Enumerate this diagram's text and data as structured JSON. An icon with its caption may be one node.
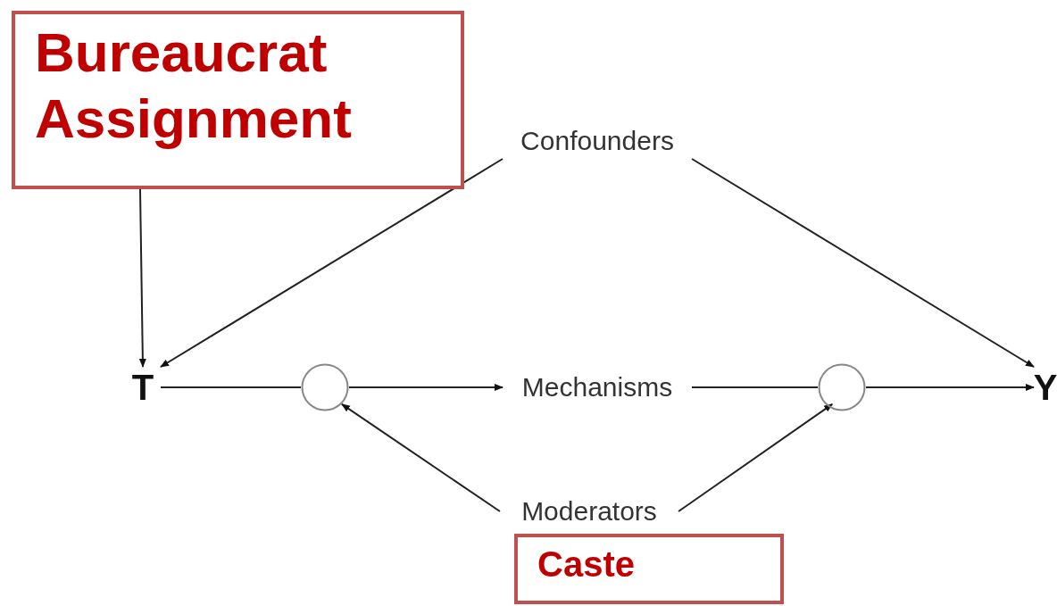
{
  "diagram": {
    "nodes": [
      {
        "text": [
          "Bureaucrat Assignment"
        ]
      },
      {
        "text": [
          "Confounders"
        ]
      },
      {
        "text": [
          "T"
        ]
      },
      {
        "text": [],
        "shape": "circle"
      },
      {
        "text": [
          "Mechanisms"
        ]
      },
      {
        "text": [],
        "shape": "circle"
      },
      {
        "text": [
          "Y"
        ]
      },
      {
        "text": [
          "Moderators"
        ]
      },
      {
        "text": [
          "Caste"
        ]
      }
    ],
    "edges": [
      {
        "from": 0,
        "to": 2,
        "arrow": "to"
      },
      {
        "from": 1,
        "to": 2,
        "arrow": "to"
      },
      {
        "from": 1,
        "to": 6,
        "arrow": "to"
      },
      {
        "from": 2,
        "to": 3,
        "arrow": "none"
      },
      {
        "from": 3,
        "to": 4,
        "arrow": "to"
      },
      {
        "from": 4,
        "to": 5,
        "arrow": "none"
      },
      {
        "from": 5,
        "to": 6,
        "arrow": "to"
      },
      {
        "from": 7,
        "to": 3,
        "arrow": "to"
      },
      {
        "from": 7,
        "to": 5,
        "arrow": "to"
      }
    ]
  }
}
